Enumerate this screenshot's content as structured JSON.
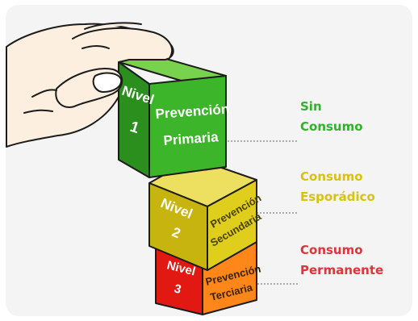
{
  "colors": {
    "panel_bg": "#f4f4f4",
    "level1_front": "#3db52a",
    "level1_side": "#2a8f1c",
    "level1_top": "#79d24e",
    "level2_front": "#e0ce1c",
    "level2_side": "#c7b40e",
    "level2_top": "#ede060",
    "level3_front": "#ff8618",
    "level3_side": "#e21812",
    "level3_top": "#ff9a3a",
    "label_sin_consumo": "#2fb32a",
    "label_esporadico": "#d8c10f",
    "label_permanente": "#e2323a",
    "skin": "#fcefe0",
    "outline": "#1c1c1c"
  },
  "cubes": [
    {
      "level_word": "Nivel",
      "level_number": "1",
      "name_line1": "Prevención",
      "name_line2": "Primaria"
    },
    {
      "level_word": "Nivel",
      "level_number": "2",
      "name_line1": "Prevención",
      "name_line2": "Secundaria"
    },
    {
      "level_word": "Nivel",
      "level_number": "3",
      "name_line1": "Prevención",
      "name_line2": "Terciaria"
    }
  ],
  "stages": [
    {
      "line1": "Sin",
      "line2": "Consumo"
    },
    {
      "line1": "Consumo",
      "line2": "Esporádico"
    },
    {
      "line1": "Consumo",
      "line2": "Permanente"
    }
  ]
}
